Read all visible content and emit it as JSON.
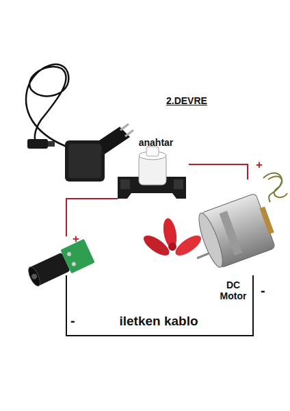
{
  "diagram": {
    "title": "2.DEVRE",
    "nodes": [
      {
        "text": [
          "anahtar"
        ]
      },
      {
        "text": [
          "DC Motor"
        ]
      }
    ],
    "edges": [
      {
        "from": 0,
        "to": 1,
        "arrow": "none"
      }
    ],
    "labels": [
      "+",
      "+",
      "-",
      "-",
      "iletken kablo"
    ]
  }
}
